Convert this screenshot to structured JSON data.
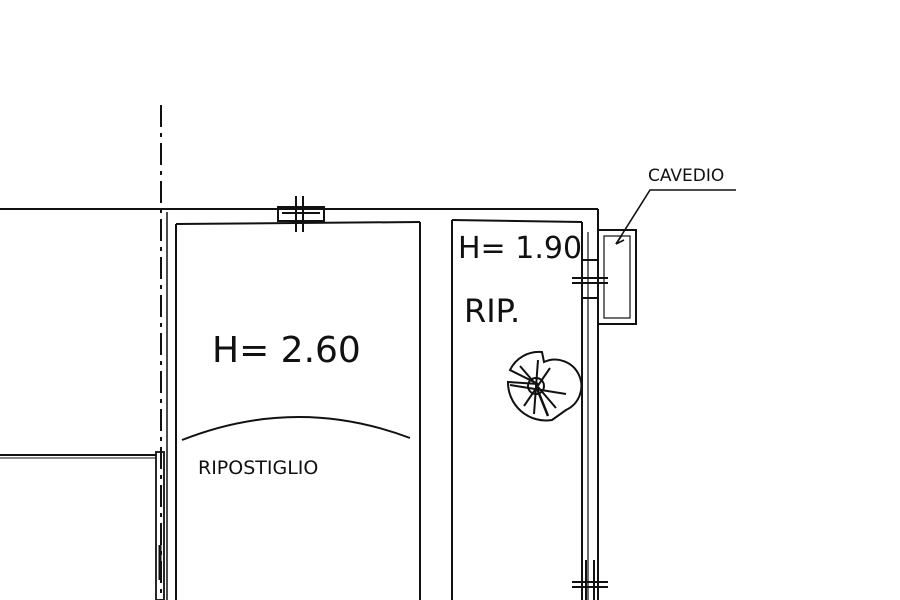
{
  "plan": {
    "rooms": {
      "left_room": {
        "height_label": "H= 2.60",
        "name_label": "RIPOSTIGLIO"
      },
      "right_room": {
        "height_label": "H= 1.90",
        "name_label": "RIP."
      }
    },
    "shaft": {
      "callout_label": "CAVEDIO"
    },
    "colors": {
      "ink": "#111111",
      "paper": "#ffffff"
    }
  }
}
